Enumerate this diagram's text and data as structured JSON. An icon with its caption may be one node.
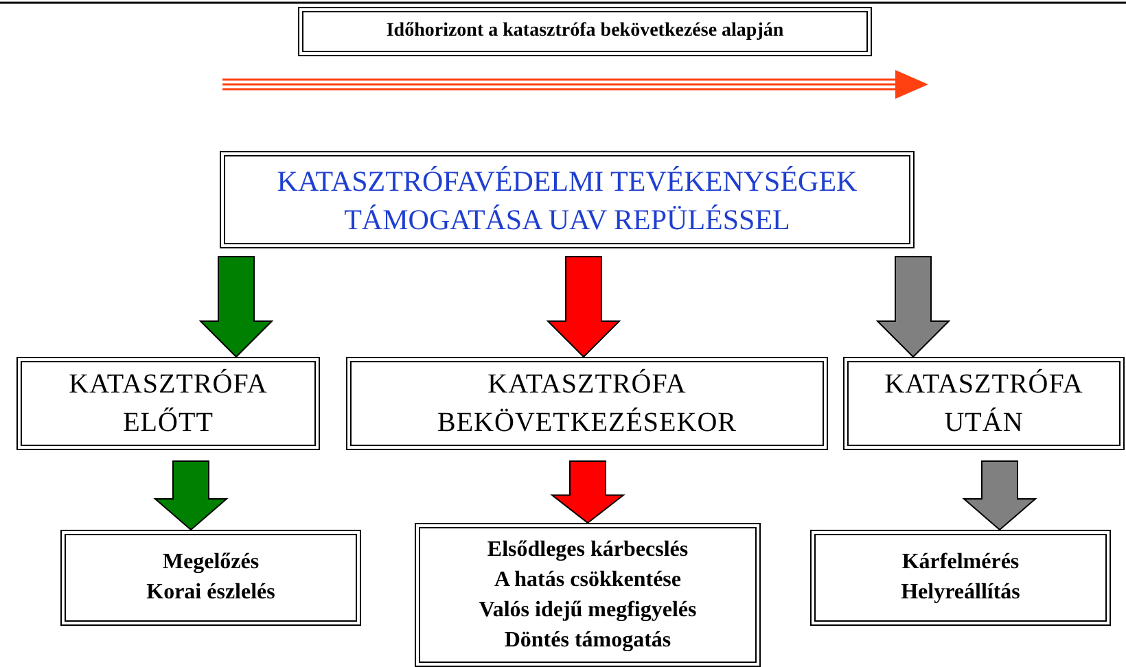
{
  "diagram": {
    "nodes": [
      {
        "text": [
          "Időhorizont a katasztrófa bekövetkezése alapján"
        ]
      },
      {
        "text": [
          "KATASZTRÓFAVÉDELMI TEVÉKENYSÉGEK TÁMOGATÁSA UAV REPÜLÉSSEL"
        ]
      },
      {
        "text": [
          "KATASZTRÓFA ELŐTT"
        ]
      },
      {
        "text": [
          "KATASZTRÓFA BEKÖVETKEZÉSEKOR"
        ]
      },
      {
        "text": [
          "KATASZTRÓFA UTÁN"
        ]
      },
      {
        "text": [
          "Megelőzés",
          "Korai észlelés"
        ]
      },
      {
        "text": [
          "Elsődleges kárbecslés",
          "A hatás csökkentése",
          "Valós idejű megfigyelés",
          "Döntés támogatás"
        ]
      },
      {
        "text": [
          "Kárfelmérés",
          "Helyreállítás"
        ]
      }
    ],
    "edges": [
      {
        "from": 1,
        "to": 2,
        "arrow": "to",
        "color": "#008000"
      },
      {
        "from": 1,
        "to": 3,
        "arrow": "to",
        "color": "#ff0000"
      },
      {
        "from": 1,
        "to": 4,
        "arrow": "to",
        "color": "#808080"
      },
      {
        "from": 2,
        "to": 5,
        "arrow": "to",
        "color": "#008000"
      },
      {
        "from": 3,
        "to": 6,
        "arrow": "to",
        "color": "#ff0000"
      },
      {
        "from": 4,
        "to": 7,
        "arrow": "to",
        "color": "#808080"
      }
    ]
  }
}
